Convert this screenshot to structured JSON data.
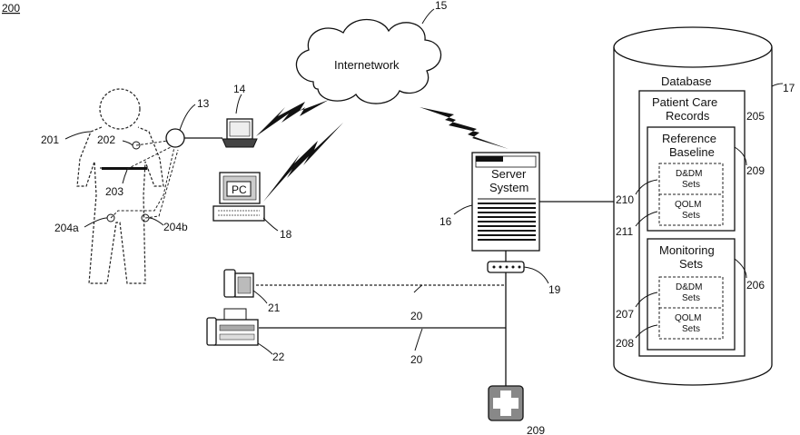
{
  "figure_number": "200",
  "internetwork": {
    "label": "Internetwork",
    "ref": "15"
  },
  "patient": {
    "ref_body": "201",
    "ref_202": "202",
    "ref_203": "203",
    "ref_204a": "204a",
    "ref_204b": "204b",
    "ref_13": "13"
  },
  "laptop": {
    "ref": "14"
  },
  "pc": {
    "label": "PC",
    "ref": "18"
  },
  "server": {
    "line1": "Server",
    "line2": "System",
    "ref": "16"
  },
  "database": {
    "label": "Database",
    "ref": "17",
    "patient_care_records": {
      "line1": "Patient Care",
      "line2": "Records",
      "ref": "205"
    },
    "reference_baseline": {
      "line1": "Reference",
      "line2": "Baseline",
      "ref": "209"
    },
    "rb_ddm": {
      "line1": "D&DM",
      "line2": "Sets",
      "ref": "210"
    },
    "rb_qolm": {
      "line1": "QOLM",
      "line2": "Sets",
      "ref": "211"
    },
    "monitoring_sets": {
      "line1": "Monitoring",
      "line2": "Sets",
      "ref": "206"
    },
    "ms_ddm": {
      "line1": "D&DM",
      "line2": "Sets",
      "ref": "207"
    },
    "ms_qolm": {
      "line1": "QOLM",
      "line2": "Sets",
      "ref": "208"
    }
  },
  "hub": {
    "ref": "19"
  },
  "telephone": {
    "ref": "21"
  },
  "fax": {
    "ref": "22"
  },
  "phone_lines": {
    "ref_upper": "20",
    "ref_lower": "20"
  },
  "medical_facility": {
    "ref": "209"
  }
}
